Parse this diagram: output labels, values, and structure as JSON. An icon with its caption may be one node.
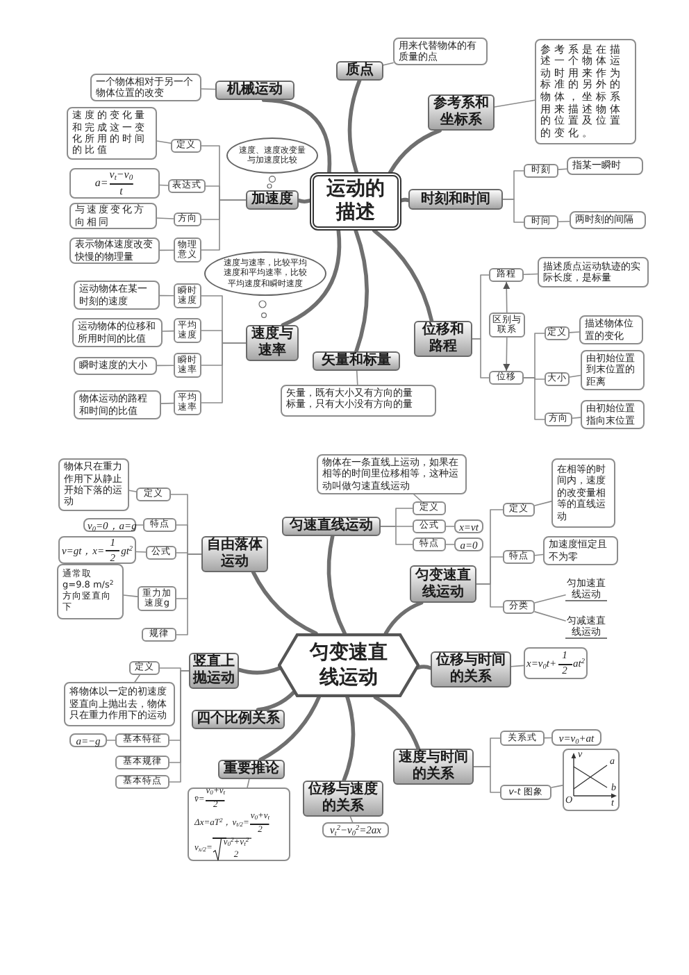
{
  "diagram": {
    "nodes": [
      {
        "text": [
          "运动的描述"
        ]
      },
      {
        "text": [
          "质点"
        ]
      },
      {
        "text": [
          "用来代替物体的有质量的点"
        ]
      },
      {
        "text": [
          "参考系和坐标系"
        ]
      },
      {
        "text": [
          "参考系是在描述一个物体运动时用来作为标准的另外的物体，坐标系用来描述物体的位置及位置的变化。"
        ]
      },
      {
        "text": [
          "时刻和时间"
        ]
      },
      {
        "text": [
          "时刻"
        ]
      },
      {
        "text": [
          "指某一瞬时"
        ]
      },
      {
        "text": [
          "时间"
        ]
      },
      {
        "text": [
          "两时刻的间隔"
        ]
      },
      {
        "text": [
          "位移和路程"
        ]
      },
      {
        "text": [
          "路程"
        ]
      },
      {
        "text": [
          "描述质点运动轨迹的实际长度，是标量"
        ]
      },
      {
        "text": [
          "区别与联系"
        ]
      },
      {
        "text": [
          "位移"
        ]
      },
      {
        "text": [
          "定义"
        ]
      },
      {
        "text": [
          "描述物体位置的变化"
        ]
      },
      {
        "text": [
          "大小"
        ]
      },
      {
        "text": [
          "由初始位置到末位置的距离"
        ]
      },
      {
        "text": [
          "方向"
        ]
      },
      {
        "text": [
          "由初始位置指向末位置"
        ]
      },
      {
        "text": [
          "矢量和标量"
        ]
      },
      {
        "text": [
          "矢量，既有大小又有方向的量",
          "标量，只有大小没有方向的量"
        ]
      },
      {
        "text": [
          "速度与速率"
        ]
      },
      {
        "text": [
          "瞬时速度"
        ]
      },
      {
        "text": [
          "运动物体在某一时刻的速度"
        ]
      },
      {
        "text": [
          "平均速度"
        ]
      },
      {
        "text": [
          "运动物体的位移和所用时间的比值"
        ]
      },
      {
        "text": [
          "瞬时速率"
        ]
      },
      {
        "text": [
          "瞬时速度的大小"
        ]
      },
      {
        "text": [
          "平均速率"
        ]
      },
      {
        "text": [
          "物体运动的路程和时间的比值"
        ]
      },
      {
        "text": [
          "速度与速率，比较平均速度和平均速率，比较平均速度和瞬时速度"
        ]
      },
      {
        "text": [
          "加速度"
        ]
      },
      {
        "text": [
          "速度、速度改变量与加速度比较"
        ]
      },
      {
        "text": [
          "定义"
        ]
      },
      {
        "text": [
          "速度的变化量和完成这一变化所用的时间的比值"
        ]
      },
      {
        "text": [
          "表达式"
        ]
      },
      {
        "text": [
          "a=",
          "v$_{t}$−v$_{0}$",
          "t"
        ]
      },
      {
        "text": [
          "方向"
        ]
      },
      {
        "text": [
          "与速度变化方向相同"
        ]
      },
      {
        "text": [
          "物理意义"
        ]
      },
      {
        "text": [
          "表示物体速度改变快慢的物理量"
        ]
      },
      {
        "text": [
          "机械运动"
        ]
      },
      {
        "text": [
          "一个物体相对于另一个物体位置的改变"
        ]
      },
      {
        "text": [
          "匀变速直线运动"
        ]
      },
      {
        "text": [
          "匀速直线运动"
        ]
      },
      {
        "text": [
          "物体在一条直线上运动，如果在相等的时间里位移相等，这种运动叫做匀速直线运动"
        ]
      },
      {
        "text": [
          "定义"
        ]
      },
      {
        "text": [
          "公式"
        ]
      },
      {
        "text": [
          "x=vt"
        ]
      },
      {
        "text": [
          "特点"
        ]
      },
      {
        "text": [
          "a=0"
        ]
      },
      {
        "text": [
          "匀变速直线运动"
        ]
      },
      {
        "text": [
          "定义"
        ]
      },
      {
        "text": [
          "在相等的时间内，速度的改变量相等的直线运动"
        ]
      },
      {
        "text": [
          "特点"
        ]
      },
      {
        "text": [
          "加速度恒定且不为零"
        ]
      },
      {
        "text": [
          "分类"
        ]
      },
      {
        "text": [
          "匀加速直线运动"
        ]
      },
      {
        "text": [
          "匀减速直线运动"
        ]
      },
      {
        "text": [
          "位移与时间的关系"
        ]
      },
      {
        "text": [
          "x=v$_{0}$t+",
          "1",
          "2",
          "at$^{2}$"
        ]
      },
      {
        "text": [
          "速度与时间的关系"
        ]
      },
      {
        "text": [
          "关系式"
        ]
      },
      {
        "text": [
          "v=v$_{0}$+at"
        ]
      },
      {
        "text": [
          "*v*-*t* 图象"
        ]
      },
      {
        "text": [
          "v",
          "a",
          "b",
          "O",
          "t"
        ]
      },
      {
        "text": [
          "位移与速度的关系"
        ]
      },
      {
        "text": [
          "v$_{t}$$^{2}$−v$_{0}$$^{2}$=2ax"
        ]
      },
      {
        "text": [
          "重要推论"
        ]
      },
      {
        "text": [
          "v̄=",
          "v$_{0}$+v$_{t}$",
          "2",
          "Δx=aT$^{2}$，v$_{t/2}$=",
          "v$_{0}$+v$_{t}$",
          "2",
          "v$_{x/2}$=",
          "v$_{0}$$^{2}$+v$_{t}$$^{2}$",
          "2"
        ]
      },
      {
        "text": [
          "四个比例关系"
        ]
      },
      {
        "text": [
          "竖直上抛运动"
        ]
      },
      {
        "text": [
          "定义"
        ]
      },
      {
        "text": [
          "将物体以一定的初速度竖直向上抛出去，物体只在重力作用下的运动"
        ]
      },
      {
        "text": [
          "基本特征"
        ]
      },
      {
        "text": [
          "a=−g"
        ]
      },
      {
        "text": [
          "基本规律"
        ]
      },
      {
        "text": [
          "基本特点"
        ]
      },
      {
        "text": [
          "自由落体运动"
        ]
      },
      {
        "text": [
          "定义"
        ]
      },
      {
        "text": [
          "物体只在重力作用下从静止开始下落的运动"
        ]
      },
      {
        "text": [
          "特点"
        ]
      },
      {
        "text": [
          "v$_{0}$=0，a=g"
        ]
      },
      {
        "text": [
          "公式"
        ]
      },
      {
        "text": [
          "v=gt，x=",
          "1",
          "2",
          "gt$^{2}$"
        ]
      },
      {
        "text": [
          "重力加速度g"
        ]
      },
      {
        "text": [
          "通常取g=9.8 m/s$^{2}$方向竖直向下"
        ]
      },
      {
        "text": [
          "规律"
        ]
      }
    ],
    "edges": [
      {
        "from": 0,
        "to": 1,
        "arrow": "none",
        "style": "thick"
      },
      {
        "from": 0,
        "to": 3,
        "arrow": "none",
        "style": "thick"
      },
      {
        "from": 0,
        "to": 5,
        "arrow": "none",
        "style": "thick"
      },
      {
        "from": 0,
        "to": 10,
        "arrow": "none",
        "style": "thick"
      },
      {
        "from": 0,
        "to": 21,
        "arrow": "none",
        "style": "thick"
      },
      {
        "from": 0,
        "to": 23,
        "arrow": "none",
        "style": "thick"
      },
      {
        "from": 0,
        "to": 33,
        "arrow": "none",
        "style": "thick"
      },
      {
        "from": 0,
        "to": 43,
        "arrow": "none",
        "style": "thick"
      },
      {
        "from": 1,
        "to": 2,
        "arrow": "none"
      },
      {
        "from": 3,
        "to": 4,
        "arrow": "none"
      },
      {
        "from": 5,
        "to": 6,
        "arrow": "none"
      },
      {
        "from": 5,
        "to": 8,
        "arrow": "none"
      },
      {
        "from": 6,
        "to": 7,
        "arrow": "none"
      },
      {
        "from": 8,
        "to": 9,
        "arrow": "none"
      },
      {
        "from": 10,
        "to": 11,
        "arrow": "none"
      },
      {
        "from": 10,
        "to": 14,
        "arrow": "none"
      },
      {
        "from": 13,
        "to": 11,
        "arrow": "to"
      },
      {
        "from": 13,
        "to": 14,
        "arrow": "to"
      },
      {
        "from": 11,
        "to": 12,
        "arrow": "none"
      },
      {
        "from": 14,
        "to": 15,
        "arrow": "none"
      },
      {
        "from": 14,
        "to": 17,
        "arrow": "none"
      },
      {
        "from": 14,
        "to": 19,
        "arrow": "none"
      },
      {
        "from": 15,
        "to": 16,
        "arrow": "none"
      },
      {
        "from": 17,
        "to": 18,
        "arrow": "none"
      },
      {
        "from": 19,
        "to": 20,
        "arrow": "none"
      },
      {
        "from": 21,
        "to": 22,
        "arrow": "none"
      },
      {
        "from": 23,
        "to": 24,
        "arrow": "none"
      },
      {
        "from": 23,
        "to": 26,
        "arrow": "none"
      },
      {
        "from": 23,
        "to": 28,
        "arrow": "none"
      },
      {
        "from": 23,
        "to": 30,
        "arrow": "none"
      },
      {
        "from": 24,
        "to": 25,
        "arrow": "none"
      },
      {
        "from": 26,
        "to": 27,
        "arrow": "none"
      },
      {
        "from": 28,
        "to": 29,
        "arrow": "none"
      },
      {
        "from": 30,
        "to": 31,
        "arrow": "none"
      },
      {
        "from": 33,
        "to": 35,
        "arrow": "none"
      },
      {
        "from": 33,
        "to": 37,
        "arrow": "none"
      },
      {
        "from": 33,
        "to": 39,
        "arrow": "none"
      },
      {
        "from": 33,
        "to": 41,
        "arrow": "none"
      },
      {
        "from": 35,
        "to": 36,
        "arrow": "none"
      },
      {
        "from": 37,
        "to": 38,
        "arrow": "none"
      },
      {
        "from": 39,
        "to": 40,
        "arrow": "none"
      },
      {
        "from": 41,
        "to": 42,
        "arrow": "none"
      },
      {
        "from": 43,
        "to": 44,
        "arrow": "none"
      },
      {
        "from": 45,
        "to": 46,
        "arrow": "none",
        "style": "thick"
      },
      {
        "from": 45,
        "to": 53,
        "arrow": "none",
        "style": "thick"
      },
      {
        "from": 45,
        "to": 61,
        "arrow": "none",
        "style": "thick"
      },
      {
        "from": 45,
        "to": 63,
        "arrow": "none",
        "style": "thick"
      },
      {
        "from": 45,
        "to": 68,
        "arrow": "none",
        "style": "thick"
      },
      {
        "from": 45,
        "to": 70,
        "arrow": "none",
        "style": "thick"
      },
      {
        "from": 45,
        "to": 72,
        "arrow": "none",
        "style": "thick"
      },
      {
        "from": 45,
        "to": 73,
        "arrow": "none",
        "style": "thick"
      },
      {
        "from": 45,
        "to": 80,
        "arrow": "none",
        "style": "thick"
      },
      {
        "from": 46,
        "to": 48,
        "arrow": "none"
      },
      {
        "from": 46,
        "to": 49,
        "arrow": "none"
      },
      {
        "from": 46,
        "to": 51,
        "arrow": "none"
      },
      {
        "from": 48,
        "to": 47,
        "arrow": "none"
      },
      {
        "from": 49,
        "to": 50,
        "arrow": "none"
      },
      {
        "from": 51,
        "to": 52,
        "arrow": "none"
      },
      {
        "from": 53,
        "to": 54,
        "arrow": "none"
      },
      {
        "from": 53,
        "to": 56,
        "arrow": "none"
      },
      {
        "from": 53,
        "to": 58,
        "arrow": "none"
      },
      {
        "from": 54,
        "to": 55,
        "arrow": "none"
      },
      {
        "from": 56,
        "to": 57,
        "arrow": "none"
      },
      {
        "from": 58,
        "to": 59,
        "arrow": "none"
      },
      {
        "from": 58,
        "to": 60,
        "arrow": "none"
      },
      {
        "from": 61,
        "to": 62,
        "arrow": "none"
      },
      {
        "from": 63,
        "to": 64,
        "arrow": "none"
      },
      {
        "from": 63,
        "to": 66,
        "arrow": "none"
      },
      {
        "from": 64,
        "to": 65,
        "arrow": "none"
      },
      {
        "from": 66,
        "to": 67,
        "arrow": "none"
      },
      {
        "from": 68,
        "to": 69,
        "arrow": "none"
      },
      {
        "from": 70,
        "to": 71,
        "arrow": "none"
      },
      {
        "from": 73,
        "to": 74,
        "arrow": "none"
      },
      {
        "from": 73,
        "to": 76,
        "arrow": "none"
      },
      {
        "from": 73,
        "to": 78,
        "arrow": "none"
      },
      {
        "from": 73,
        "to": 79,
        "arrow": "none"
      },
      {
        "from": 74,
        "to": 75,
        "arrow": "none"
      },
      {
        "from": 76,
        "to": 77,
        "arrow": "none"
      },
      {
        "from": 80,
        "to": 81,
        "arrow": "none"
      },
      {
        "from": 80,
        "to": 83,
        "arrow": "none"
      },
      {
        "from": 80,
        "to": 85,
        "arrow": "none"
      },
      {
        "from": 80,
        "to": 87,
        "arrow": "none"
      },
      {
        "from": 80,
        "to": 89,
        "arrow": "none"
      },
      {
        "from": 81,
        "to": 82,
        "arrow": "none"
      },
      {
        "from": 83,
        "to": 84,
        "arrow": "none"
      },
      {
        "from": 85,
        "to": 86,
        "arrow": "none"
      },
      {
        "from": 87,
        "to": 88,
        "arrow": "none"
      }
    ]
  }
}
